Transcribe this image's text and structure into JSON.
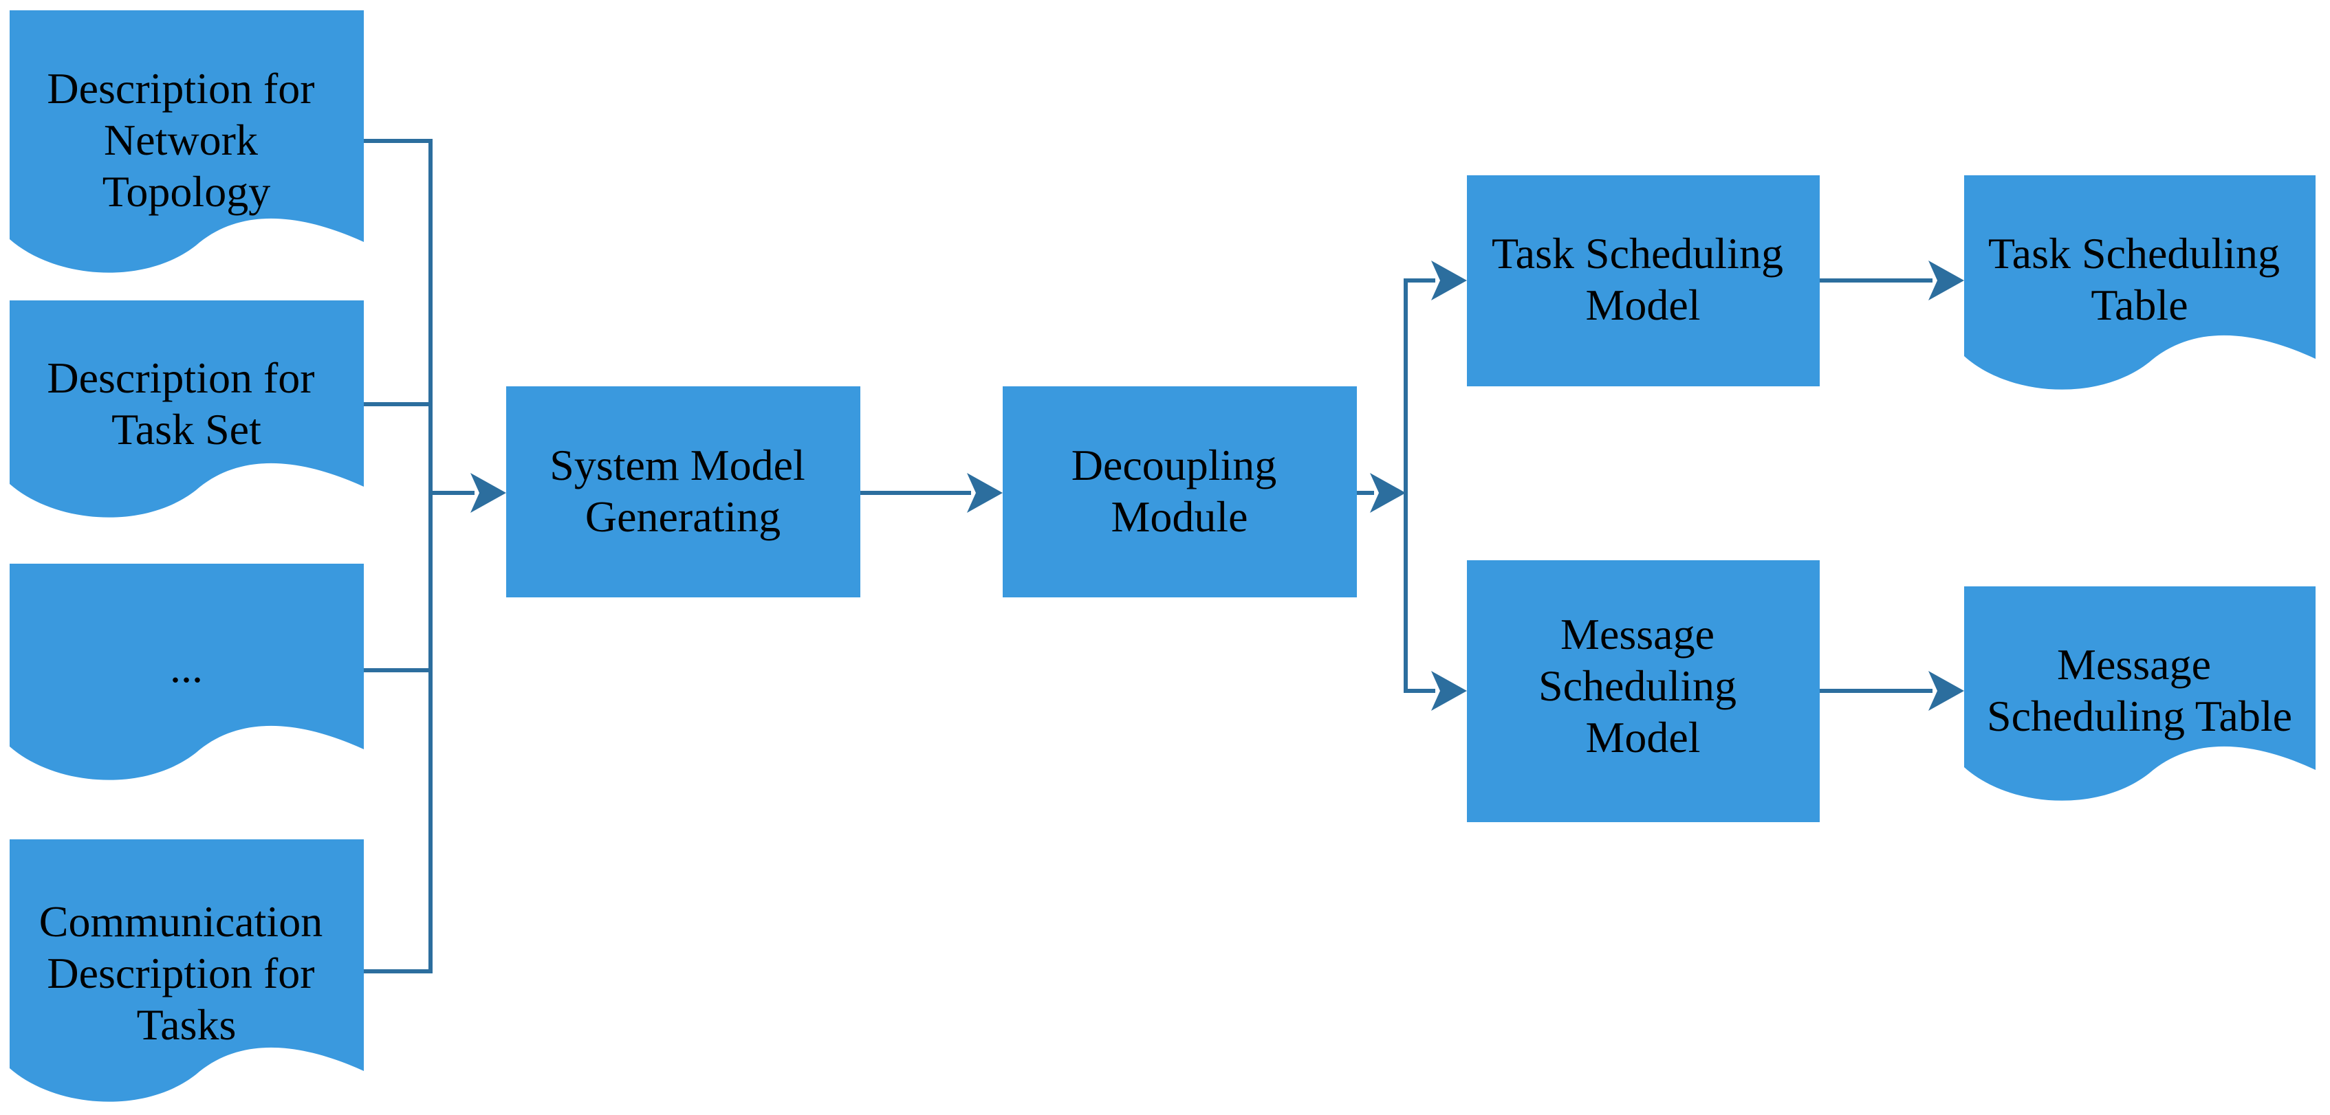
{
  "colors": {
    "node_fill": "#3A99DE",
    "connector": "#2C6E9E",
    "text": "#000000",
    "background": "#ffffff"
  },
  "inputs": [
    {
      "id": "network-topology",
      "lines": [
        "Description for",
        "Network",
        "Topology"
      ]
    },
    {
      "id": "task-set",
      "lines": [
        "Description for",
        "Task Set"
      ]
    },
    {
      "id": "ellipsis",
      "lines": [
        "..."
      ]
    },
    {
      "id": "communication",
      "lines": [
        "Communication",
        "Description for",
        "Tasks"
      ]
    }
  ],
  "process": {
    "system_model": {
      "lines": [
        "System Model",
        "Generating"
      ]
    },
    "decoupling": {
      "lines": [
        "Decoupling",
        "Module"
      ]
    },
    "task_model": {
      "lines": [
        "Task Scheduling",
        "Model"
      ]
    },
    "message_model": {
      "lines": [
        "Message",
        "Scheduling",
        "Model"
      ]
    }
  },
  "outputs": {
    "task_table": {
      "lines": [
        "Task Scheduling",
        "Table"
      ]
    },
    "message_table": {
      "lines": [
        "Message",
        "Scheduling Table"
      ]
    }
  }
}
